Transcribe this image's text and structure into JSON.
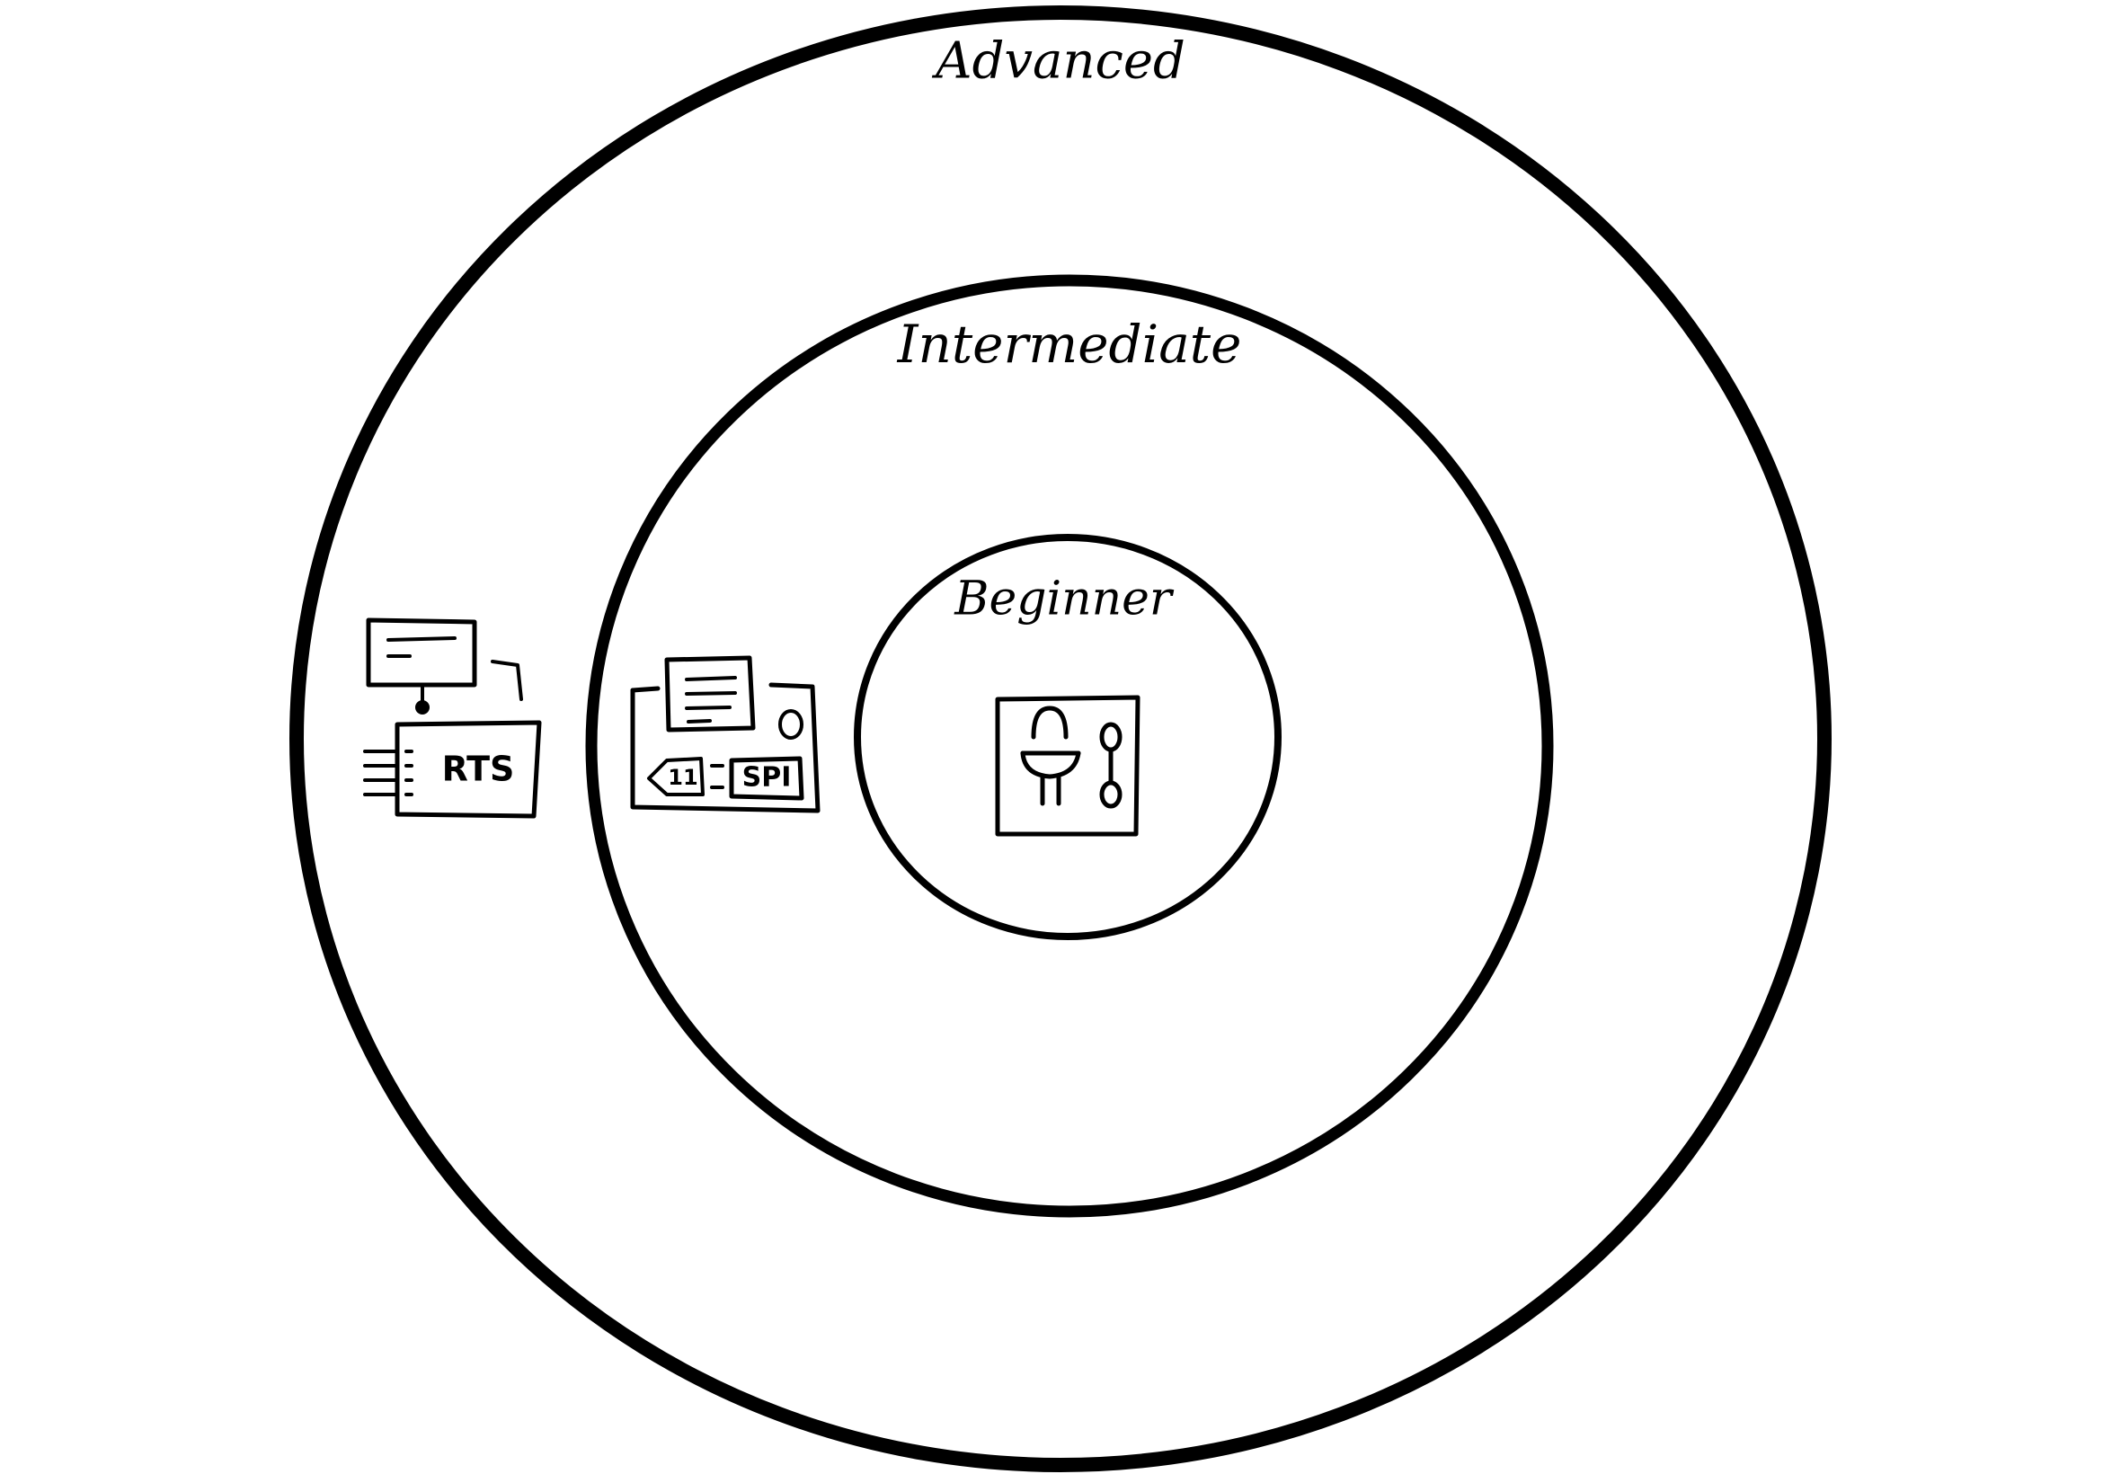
{
  "diagram": {
    "levels": [
      {
        "label": "Advanced"
      },
      {
        "label": "Intermediate"
      },
      {
        "label": "Beginner"
      }
    ],
    "icons": {
      "rtos": {
        "icon": "rtos-board-with-display-icon",
        "label": "RTS"
      },
      "spi": {
        "icon": "spi-board-with-display-icon",
        "label_a": "11",
        "label_b": "SPI"
      },
      "led": {
        "icon": "led-and-button-board-icon"
      }
    }
  }
}
